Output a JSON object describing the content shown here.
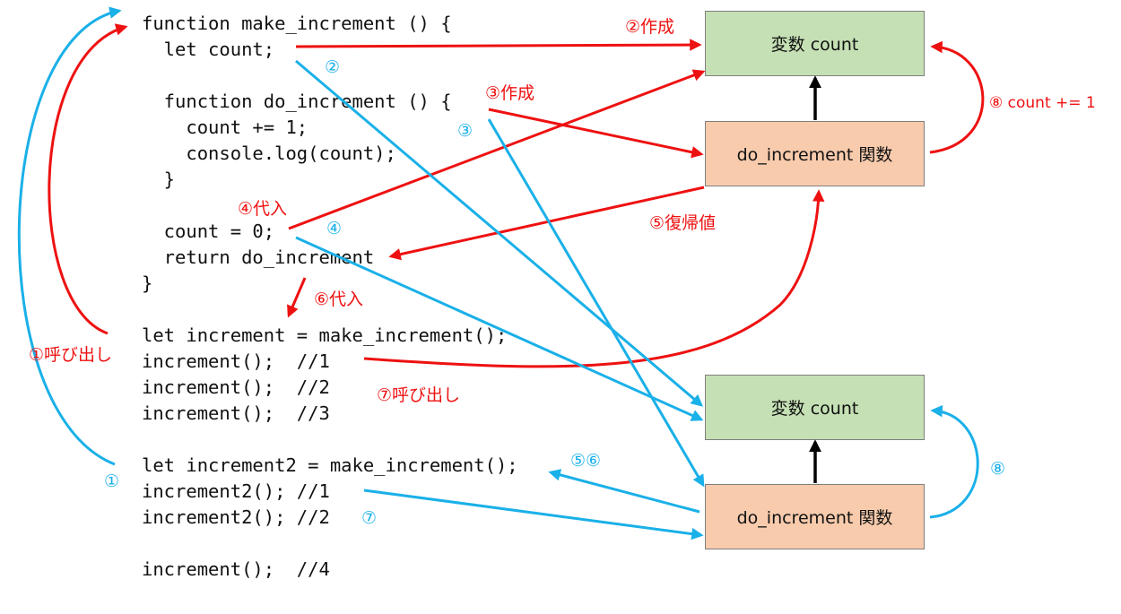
{
  "colors": {
    "red": "#ee1111",
    "blue": "#1ab0e8",
    "black": "#000000",
    "variable_box": "#c5e0b4",
    "function_box": "#f8cbad"
  },
  "code": {
    "lines": [
      "function make_increment () {",
      "  let count;",
      "",
      "  function do_increment () {",
      "    count += 1;",
      "    console.log(count);",
      "  }",
      "",
      "  count = 0;",
      "  return do_increment",
      "}",
      "",
      "let increment = make_increment();",
      "increment();  //1",
      "increment();  //2",
      "increment();  //3",
      "",
      "let increment2 = make_increment();",
      "increment2(); //1",
      "increment2(); //2",
      "",
      "increment();  //4"
    ]
  },
  "boxes": {
    "var1": "変数 count",
    "func1": "do_increment 関数",
    "var2": "変数 count",
    "func2": "do_increment 関数"
  },
  "annotations_red": {
    "call": "①呼び出し",
    "create_var": "②作成",
    "create_func": "③作成",
    "assign_zero": "④代入",
    "return_value": "⑤復帰値",
    "assign_increment": "⑥代入",
    "call_increment": "⑦呼び出し",
    "count_plus": "⑧ count += 1"
  },
  "annotations_blue": {
    "step1": "①",
    "step2": "②",
    "step3": "③",
    "step4": "④",
    "step56": "⑤⑥",
    "step7": "⑦",
    "step8": "⑧"
  }
}
